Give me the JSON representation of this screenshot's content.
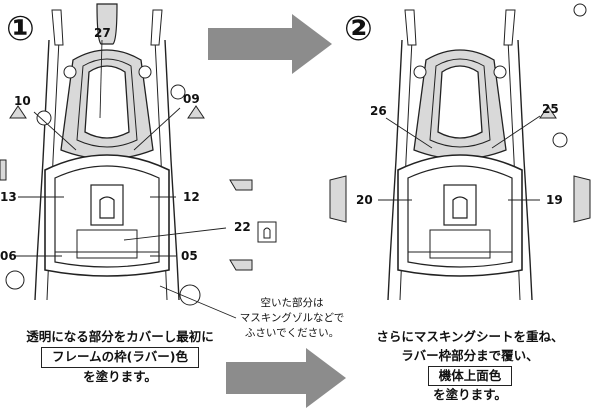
{
  "steps": {
    "step1": {
      "marker": "①",
      "part_numbers": [
        "27",
        "10",
        "09",
        "13",
        "12",
        "22",
        "06",
        "05"
      ],
      "instruction_line1": "透明になる部分をカバーし最初に",
      "instruction_color": "フレームの枠(ラバー)色",
      "instruction_line3": "を塗ります。"
    },
    "step2": {
      "marker": "②",
      "part_numbers": [
        "26",
        "25",
        "20",
        "19"
      ],
      "instruction_line1": "さらにマスキングシートを重ね、",
      "instruction_line2": "ラバー枠部分まで覆い、",
      "instruction_color": "機体上面色",
      "instruction_line4": "を塗ります。"
    }
  },
  "masking_note": [
    "空いた部分は",
    "マスキングゾルなどで",
    "ふさいでください。"
  ],
  "colors": {
    "arrow": "#8c8c8c",
    "line": "#222222",
    "shade": "#d9d9d9"
  }
}
